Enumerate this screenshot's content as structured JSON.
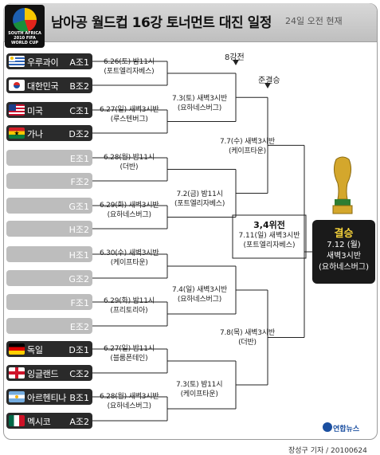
{
  "header": {
    "title": "남아공 월드컵 16강 토너먼트 대진 일정",
    "asof": "24일 오전 현재",
    "logo_text": "SOUTH AFRICA 2010 FIFA WORLD CUP"
  },
  "stage_labels": {
    "quarter": "8강전",
    "semi": "준결승"
  },
  "teams": [
    {
      "name": "우루과이",
      "group": "A조1",
      "flag": "uruguay"
    },
    {
      "name": "대한민국",
      "group": "B조2",
      "flag": "korea"
    },
    {
      "name": "미국",
      "group": "C조1",
      "flag": "usa"
    },
    {
      "name": "가나",
      "group": "D조2",
      "flag": "ghana"
    },
    {
      "name": "",
      "group": "E조1",
      "flag": ""
    },
    {
      "name": "",
      "group": "F조2",
      "flag": ""
    },
    {
      "name": "",
      "group": "G조1",
      "flag": ""
    },
    {
      "name": "",
      "group": "H조2",
      "flag": ""
    },
    {
      "name": "",
      "group": "H조1",
      "flag": ""
    },
    {
      "name": "",
      "group": "G조2",
      "flag": ""
    },
    {
      "name": "",
      "group": "F조1",
      "flag": ""
    },
    {
      "name": "",
      "group": "E조2",
      "flag": ""
    },
    {
      "name": "독일",
      "group": "D조1",
      "flag": "germany"
    },
    {
      "name": "잉글랜드",
      "group": "C조2",
      "flag": "england"
    },
    {
      "name": "아르헨티나",
      "group": "B조1",
      "flag": "argentina"
    },
    {
      "name": "멕시코",
      "group": "A조2",
      "flag": "mexico"
    }
  ],
  "r16": [
    {
      "line1": "6.26(토) 밤11시",
      "line2": "(포트엘리자베스)"
    },
    {
      "line1": "6.27(일) 새벽3시반",
      "line2": "(루스텐버그)"
    },
    {
      "line1": "6.28(월) 밤11시",
      "line2": "(더반)"
    },
    {
      "line1": "6.29(화) 새벽3시반",
      "line2": "(요하네스버그)"
    },
    {
      "line1": "6.30(수) 새벽3시반",
      "line2": "(케이프타운)"
    },
    {
      "line1": "6.29(화) 밤11시",
      "line2": "(프리토리아)"
    },
    {
      "line1": "6.27(일) 밤11시",
      "line2": "(블룸폰테인)"
    },
    {
      "line1": "6.28(월) 새벽3시반",
      "line2": "(요하네스버그)"
    }
  ],
  "qf": [
    {
      "line1": "7.3(토) 새벽3시반",
      "line2": "(요하네스버그)"
    },
    {
      "line1": "7.2(금) 밤11시",
      "line2": "(포트엘리자베스)"
    },
    {
      "line1": "7.4(일) 새벽3시반",
      "line2": "(요하네스버그)"
    },
    {
      "line1": "7.3(토) 밤11시",
      "line2": "(케이프타운)"
    }
  ],
  "sf": [
    {
      "line1": "7.7(수) 새벽3시반",
      "line2": "(케이프타운)"
    },
    {
      "line1": "7.8(목) 새벽3시반",
      "line2": "(더반)"
    }
  ],
  "third_place": {
    "title": "3,4위전",
    "line1": "7.11(일) 새벽3시반",
    "line2": "(포트엘리자베스)"
  },
  "final": {
    "title": "결승",
    "line1": "7.12 (월)",
    "line2": "새벽3시반",
    "line3": "(요하네스버그)"
  },
  "footer": {
    "credit": "장성구 기자 / 20100624",
    "agency": "연합뉴스"
  },
  "colors": {
    "team_dark": "#2a2a2a",
    "team_blank": "#bdbdbd",
    "final_bg": "#1a1a1a",
    "final_title": "#f5d23a"
  }
}
